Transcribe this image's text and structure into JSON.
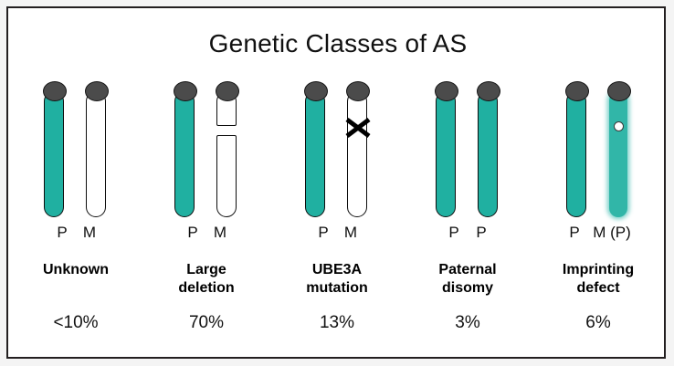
{
  "figure": {
    "title": "Genetic Classes of AS",
    "accent_color": "#20b0a1",
    "centromere_color": "#4b4b4b",
    "border_color": "#231f20"
  },
  "columns": [
    {
      "id": "unknown",
      "parent_labels": [
        "P",
        "M"
      ],
      "class_name_lines": [
        "Unknown"
      ],
      "percent": "<10%"
    },
    {
      "id": "large-deletion",
      "parent_labels": [
        "P",
        "M"
      ],
      "class_name_lines": [
        "Large",
        "deletion"
      ],
      "percent": "70%"
    },
    {
      "id": "ube3a-mutation",
      "parent_labels": [
        "P",
        "M"
      ],
      "class_name_lines": [
        "UBE3A",
        "mutation"
      ],
      "percent": "13%"
    },
    {
      "id": "paternal-disomy",
      "parent_labels": [
        "P",
        "P"
      ],
      "class_name_lines": [
        "Paternal",
        "disomy"
      ],
      "percent": "3%"
    },
    {
      "id": "imprinting-defect",
      "parent_labels": [
        "P",
        "M (P)"
      ],
      "class_name_lines": [
        "Imprinting",
        "defect"
      ],
      "percent": "6%"
    }
  ]
}
